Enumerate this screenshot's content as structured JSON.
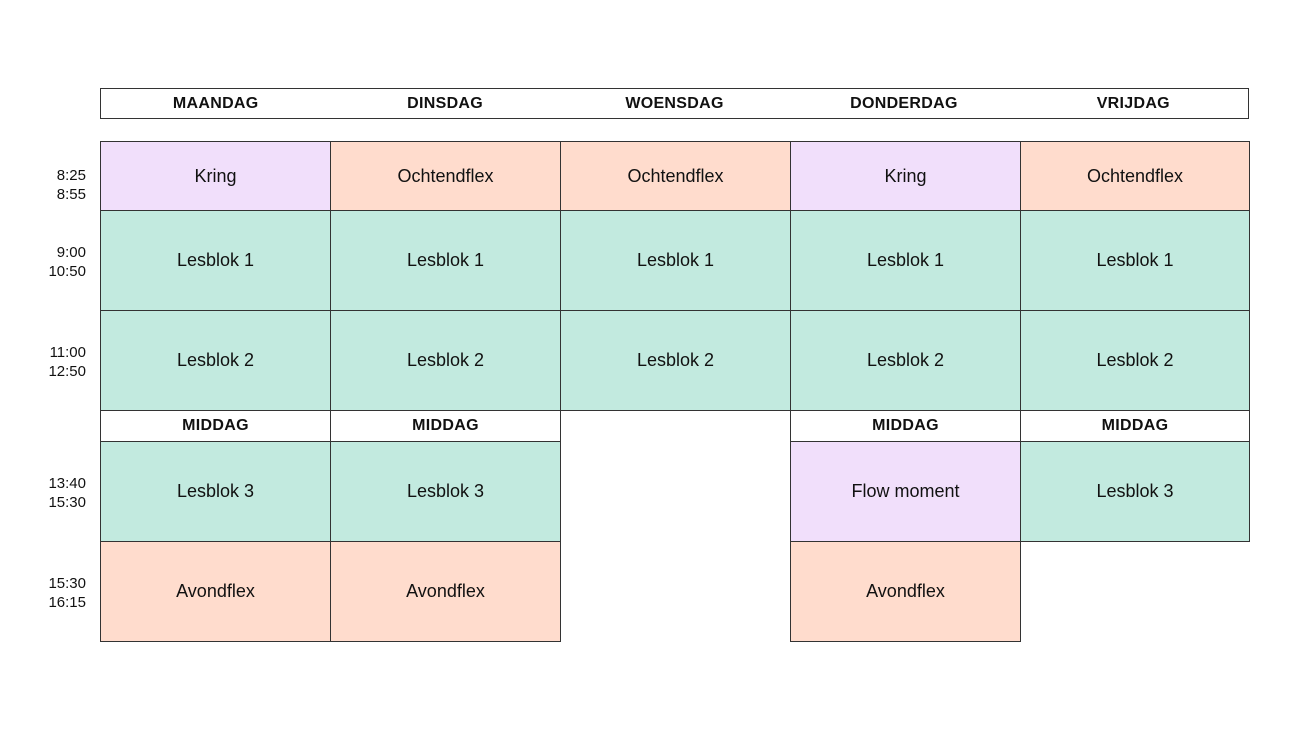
{
  "days": [
    "MAANDAG",
    "DINSDAG",
    "WOENSDAG",
    "DONDERDAG",
    "VRIJDAG"
  ],
  "times": [
    {
      "start": "8:25",
      "end": "8:55"
    },
    {
      "start": "9:00",
      "end": "10:50"
    },
    {
      "start": "11:00",
      "end": "12:50"
    },
    {
      "start": "13:40",
      "end": "15:30"
    },
    {
      "start": "15:30",
      "end": "16:15"
    }
  ],
  "colors": {
    "purple": "#f1dffb",
    "peach": "#ffdccd",
    "green": "#c2eadf"
  },
  "schedule": {
    "row0": [
      "Kring",
      "Ochtendflex",
      "Ochtendflex",
      "Kring",
      "Ochtendflex"
    ],
    "row1": [
      "Lesblok 1",
      "Lesblok 1",
      "Lesblok 1",
      "Lesblok 1",
      "Lesblok 1"
    ],
    "row2": [
      "Lesblok 2",
      "Lesblok 2",
      "Lesblok 2",
      "Lesblok 2",
      "Lesblok 2"
    ],
    "break": {
      "mon": "MIDDAG",
      "tue": "MIDDAG",
      "thu": "MIDDAG",
      "fri": "MIDDAG"
    },
    "row3": {
      "mon": "Lesblok 3",
      "tue": "Lesblok 3",
      "thu": "Flow moment",
      "fri": "Lesblok 3"
    },
    "row4": {
      "mon": "Avondflex",
      "tue": "Avondflex",
      "thu": "Avondflex"
    }
  }
}
